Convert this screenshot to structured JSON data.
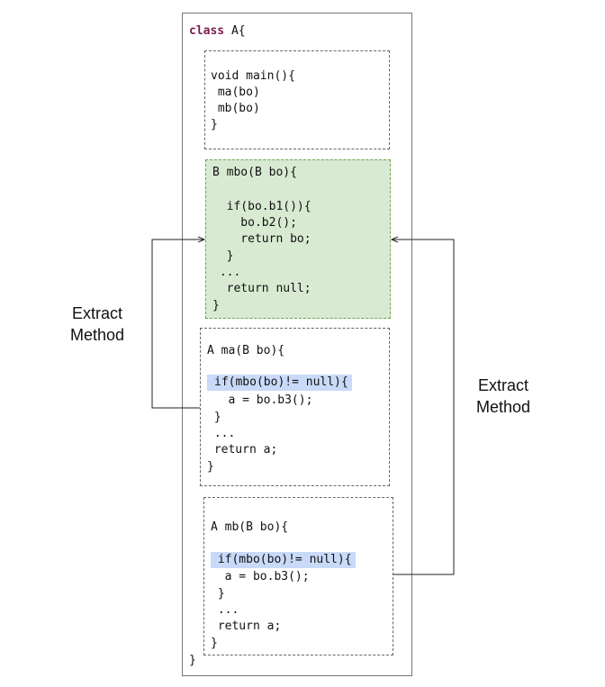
{
  "class_header": {
    "keyword": "class",
    "name": "A{"
  },
  "class_close": "}",
  "main_method": {
    "lines": [
      "void main(){",
      " ma(bo)",
      " mb(bo)",
      "}"
    ]
  },
  "extracted_method": {
    "fill_color": "#d9ead3",
    "border_color": "#6aa84f",
    "lines": [
      "B mbo(B bo){",
      "",
      "  if(bo.b1()){",
      "    bo.b2();",
      "    return bo;",
      "  }",
      " ...",
      "  return null;",
      "}"
    ]
  },
  "method_ma": {
    "signature": "A ma(B bo){",
    "highlight": "if(mbo(bo)!= null){",
    "body": [
      "   a = bo.b3();",
      " }",
      " ...",
      " return a;",
      "}"
    ]
  },
  "method_mb": {
    "signature": "A mb(B bo){",
    "highlight": " if(mbo(bo)!= null){",
    "body": [
      "  a = bo.b3();",
      " }",
      " ...",
      " return a;",
      "}"
    ]
  },
  "labels": {
    "left": {
      "line1": "Extract",
      "line2": "Method"
    },
    "right": {
      "line1": "Extract",
      "line2": "Method"
    }
  },
  "highlight_color": "#c9daf8"
}
